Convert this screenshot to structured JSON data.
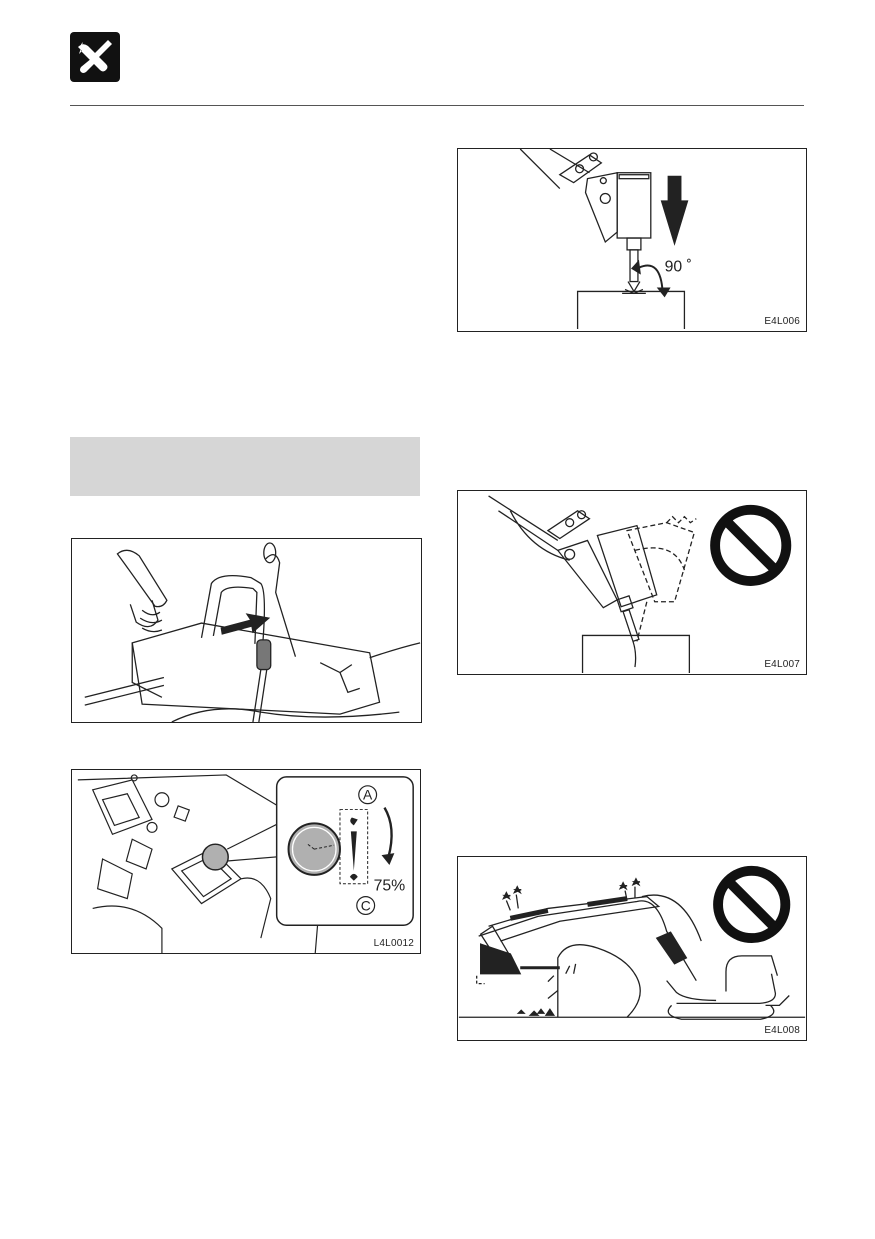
{
  "header": {
    "icon": "tools-icon"
  },
  "figures": {
    "fig_e4l006": {
      "code": "E4L006",
      "angle_label": "90 ˚"
    },
    "fig_e4l007": {
      "code": "E4L007"
    },
    "fig_e4l008": {
      "code": "E4L008"
    },
    "fig_l4l0012": {
      "code": "L4L0012",
      "label_a": "A",
      "label_c": "C",
      "percent_label": "75%"
    }
  },
  "colors": {
    "line": "#222222",
    "grey_box": "#d6d6d6",
    "header_rule": "#555555"
  }
}
